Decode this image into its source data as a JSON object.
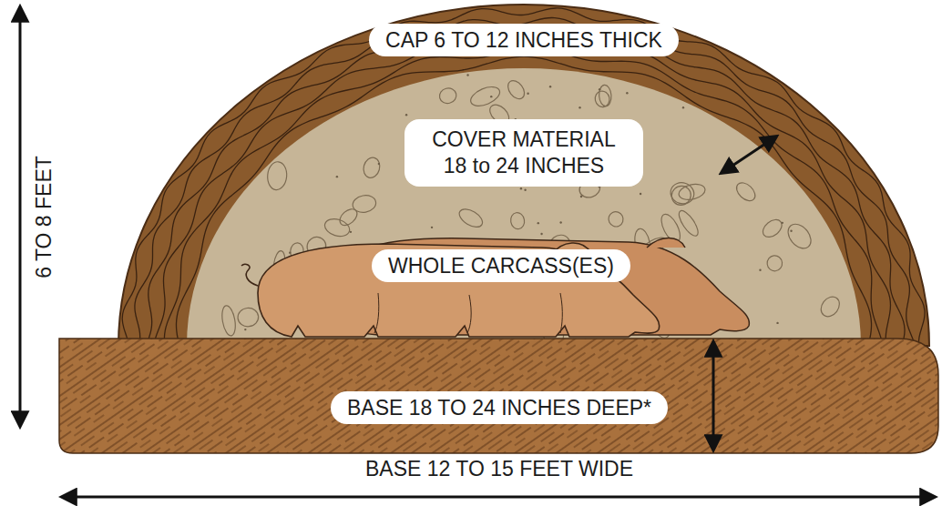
{
  "diagram": {
    "nodes": [
      {
        "text": [
          "CAP 6 TO 12 INCHES THICK"
        ]
      },
      {
        "text": [
          "COVER MATERIAL 18 to 24 INCHES"
        ]
      },
      {
        "text": [
          "WHOLE CARCASS(ES)"
        ]
      },
      {
        "text": [
          "BASE 18 TO 24 INCHES DEEP*"
        ]
      }
    ],
    "labels": [
      "6 TO 8 FEET",
      "BASE 12 TO 15 FEET WIDE"
    ]
  }
}
